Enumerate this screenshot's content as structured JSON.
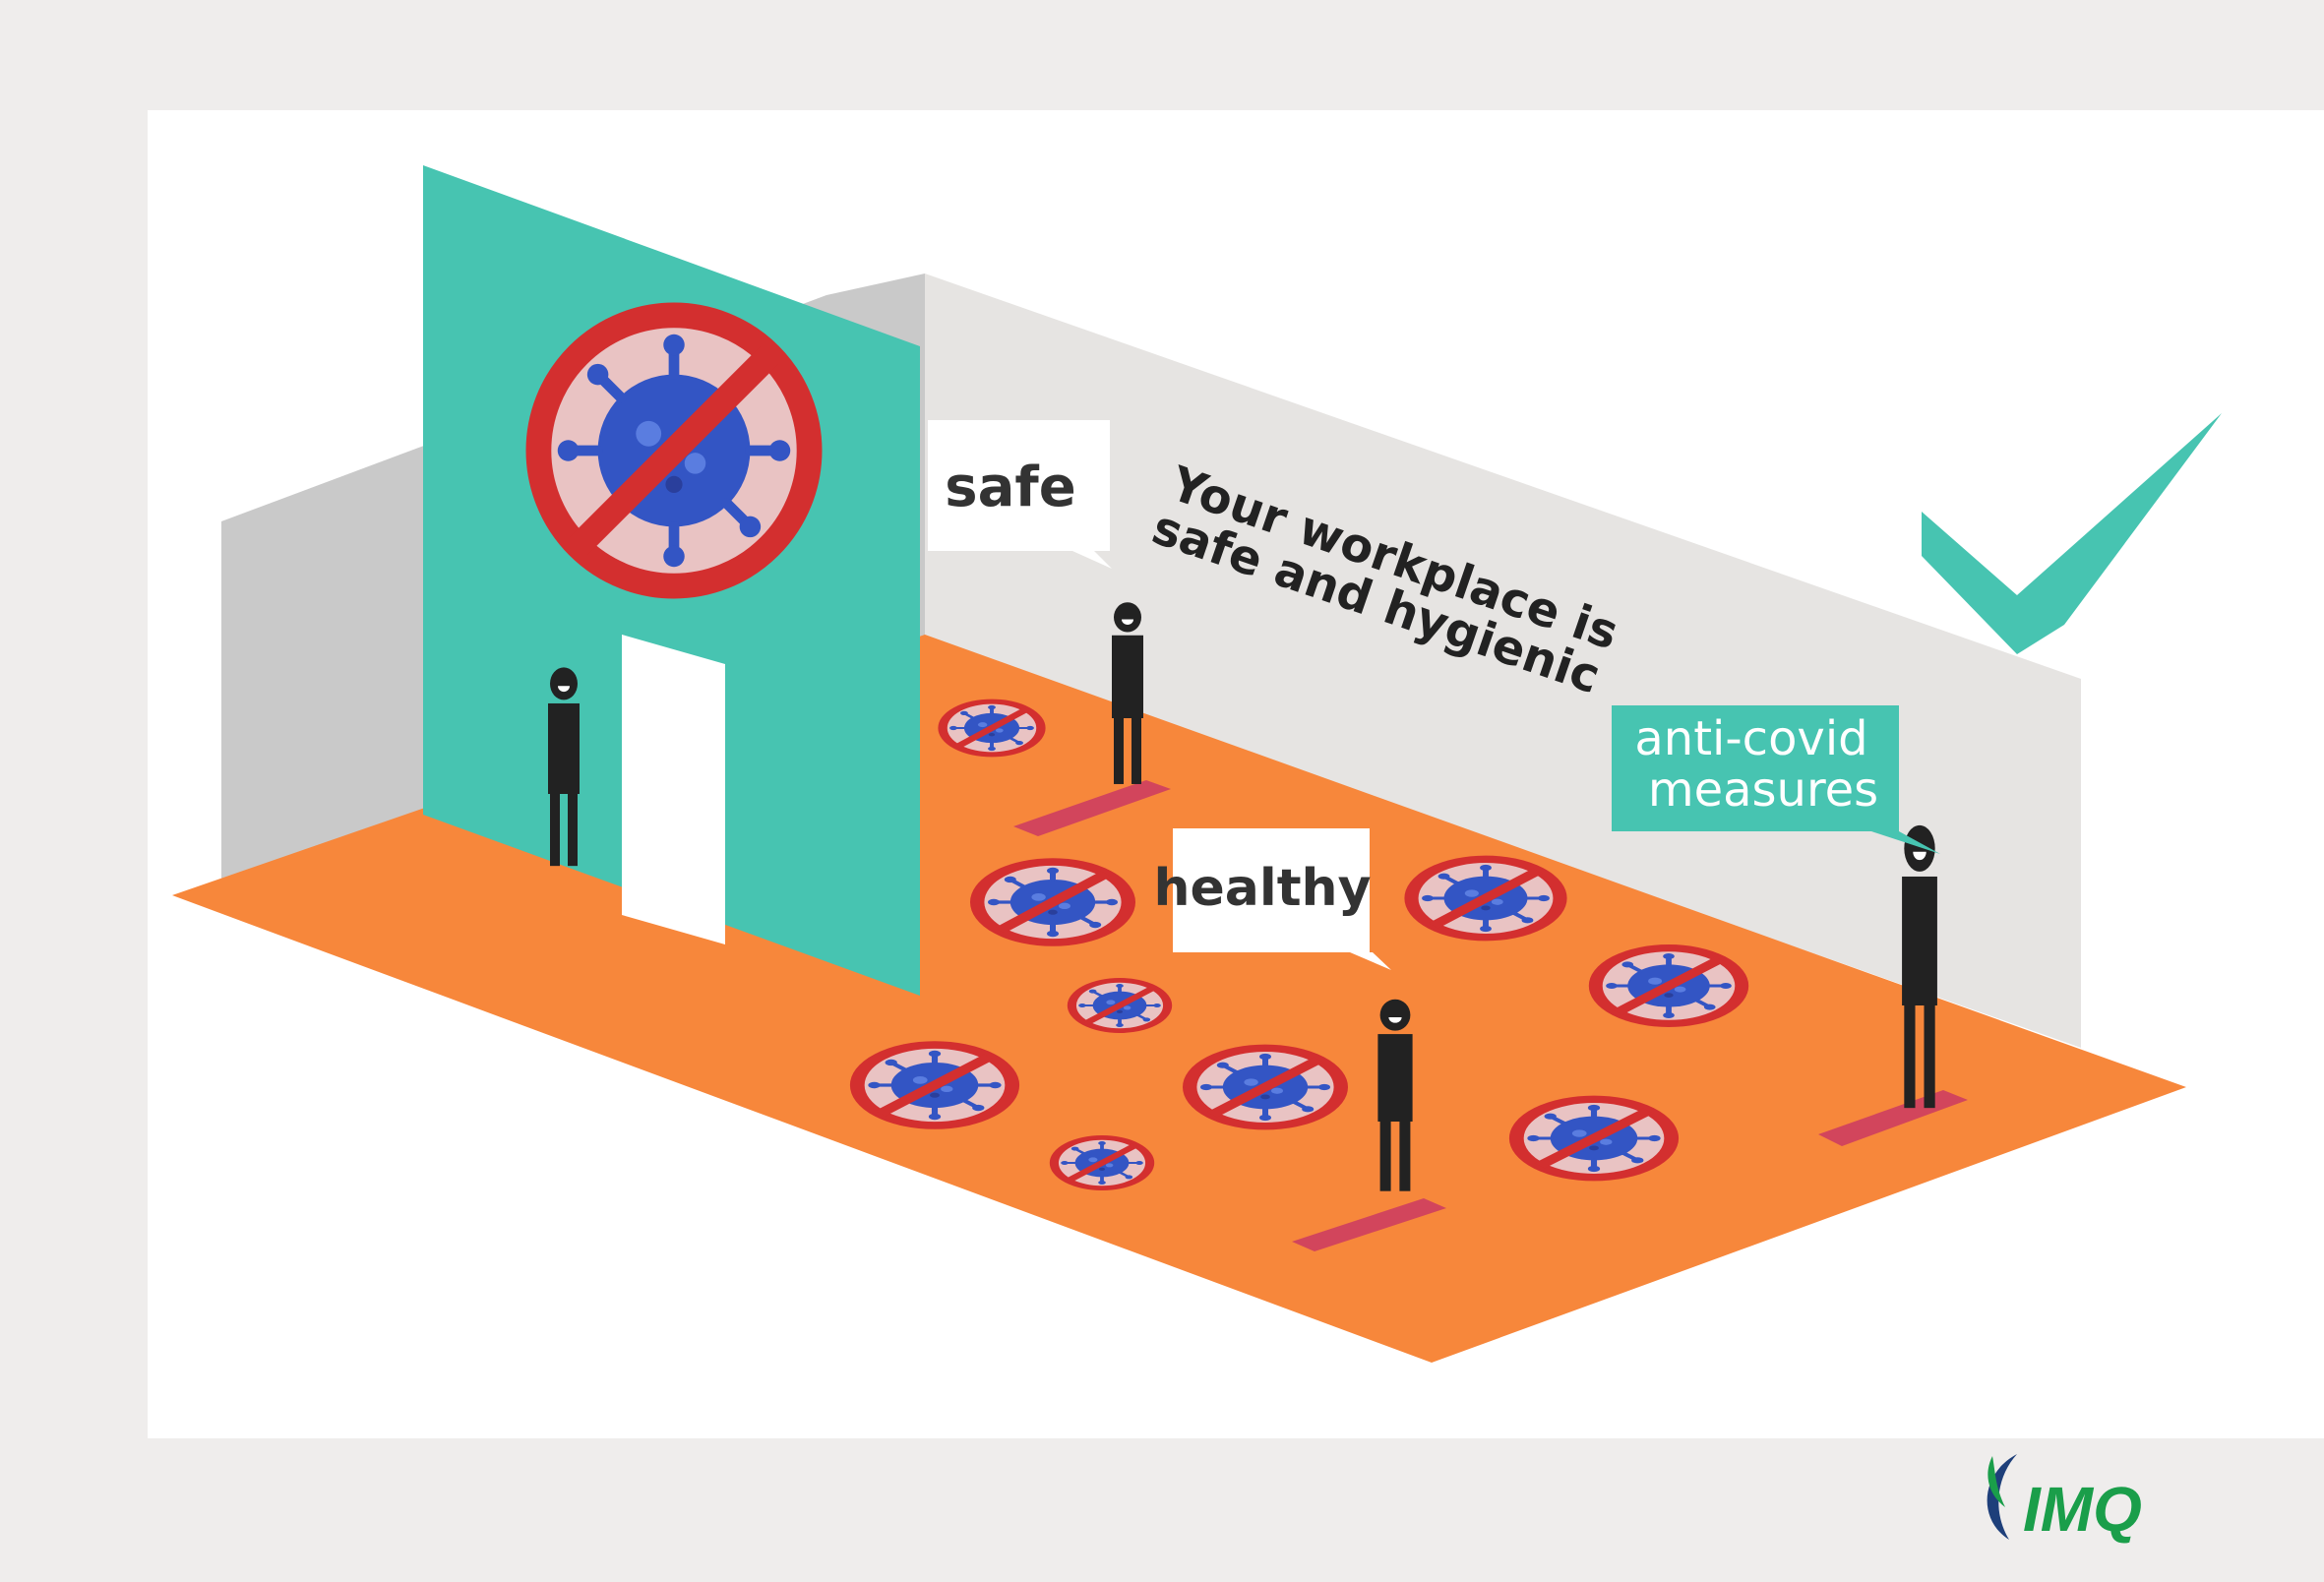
{
  "bubbles": {
    "safe": "safe",
    "healthy": "healthy",
    "anti_covid_line1": "anti-covid",
    "anti_covid_line2": "measures"
  },
  "wall_text": {
    "line1": "Your workplace is",
    "line2": "safe and hygienic"
  },
  "logo": {
    "text": "IMQ"
  },
  "colors": {
    "background": "#efedec",
    "panel": "#ffffff",
    "teal": "#47c4b1",
    "orange": "#f7873b",
    "wall_light": "#e6e4e2",
    "wall_dark": "#c8c8c8",
    "red": "#d32f2f",
    "virus_blue": "#3355c4",
    "figure": "#222222",
    "mat": "#d2455c",
    "logo_green": "#1a9e4a",
    "logo_blue": "#1e3f7a"
  },
  "icons": [
    "no-virus-icon",
    "checkmark-icon",
    "person-icon",
    "logo-icon"
  ]
}
